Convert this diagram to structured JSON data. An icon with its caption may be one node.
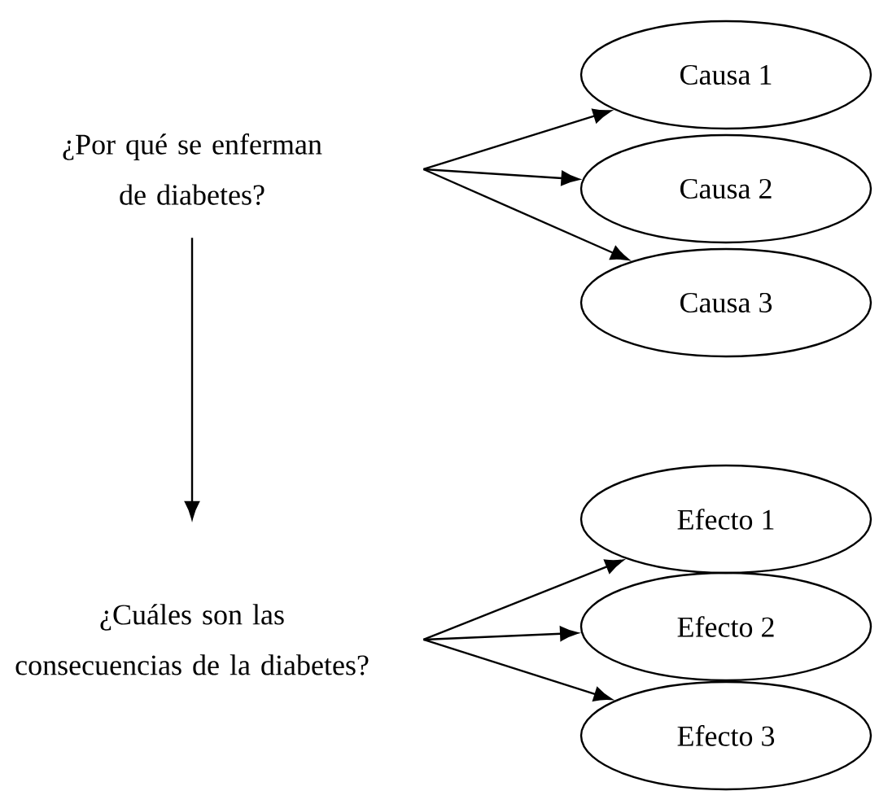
{
  "diagram": {
    "nodes": [
      {
        "text": [
          "¿Por qué se enferman de diabetes?"
        ]
      },
      {
        "text": [
          "Causa 1"
        ]
      },
      {
        "text": [
          "Causa 2"
        ]
      },
      {
        "text": [
          "Causa 3"
        ]
      },
      {
        "text": [
          "¿Cuáles son las consecuencias de la diabetes?"
        ]
      },
      {
        "text": [
          "Efecto 1"
        ]
      },
      {
        "text": [
          "Efecto 2"
        ]
      },
      {
        "text": [
          "Efecto 3"
        ]
      }
    ],
    "edges": [
      {
        "from": 0,
        "to": 1,
        "arrow": "to"
      },
      {
        "from": 0,
        "to": 2,
        "arrow": "to"
      },
      {
        "from": 0,
        "to": 3,
        "arrow": "to"
      },
      {
        "from": 0,
        "to": 4,
        "arrow": "to"
      },
      {
        "from": 4,
        "to": 5,
        "arrow": "to"
      },
      {
        "from": 4,
        "to": 6,
        "arrow": "to"
      },
      {
        "from": 4,
        "to": 7,
        "arrow": "to"
      }
    ]
  }
}
